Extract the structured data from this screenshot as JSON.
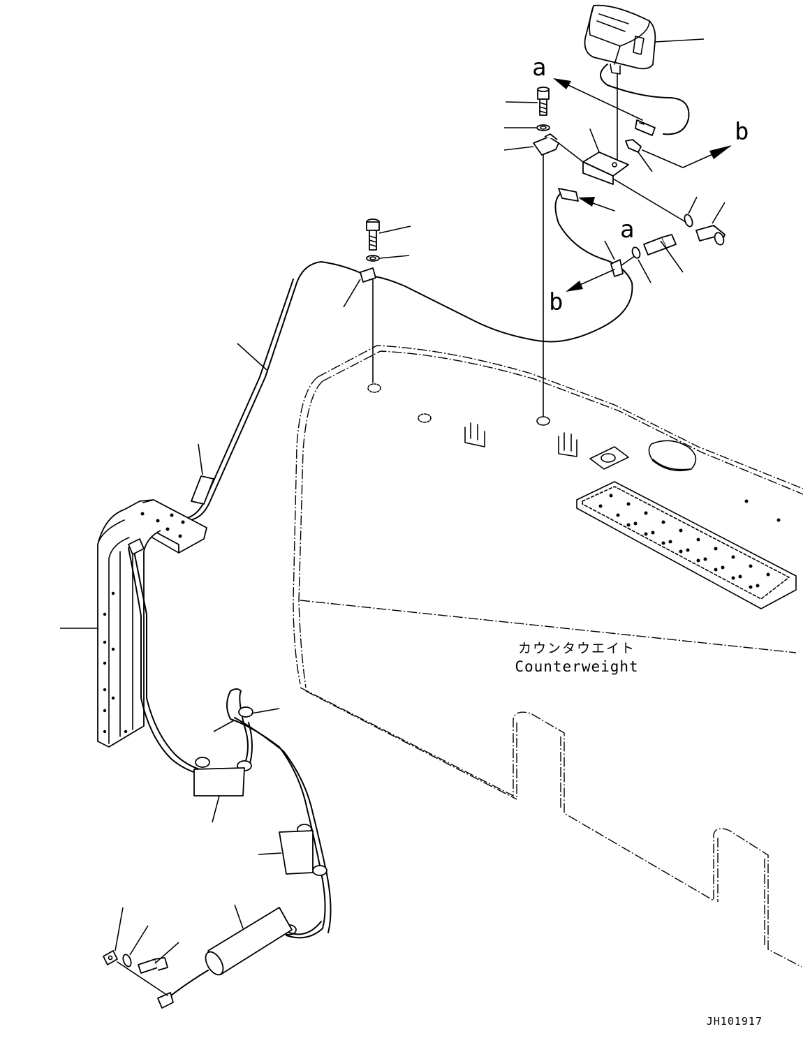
{
  "callouts": {
    "a_top": "a",
    "b_top": "b",
    "a_mid": "a",
    "b_mid": "b"
  },
  "counterweight": {
    "label_jp": "カウンタウエイト",
    "label_en": "Counterweight"
  },
  "drawing_id": "JH101917"
}
